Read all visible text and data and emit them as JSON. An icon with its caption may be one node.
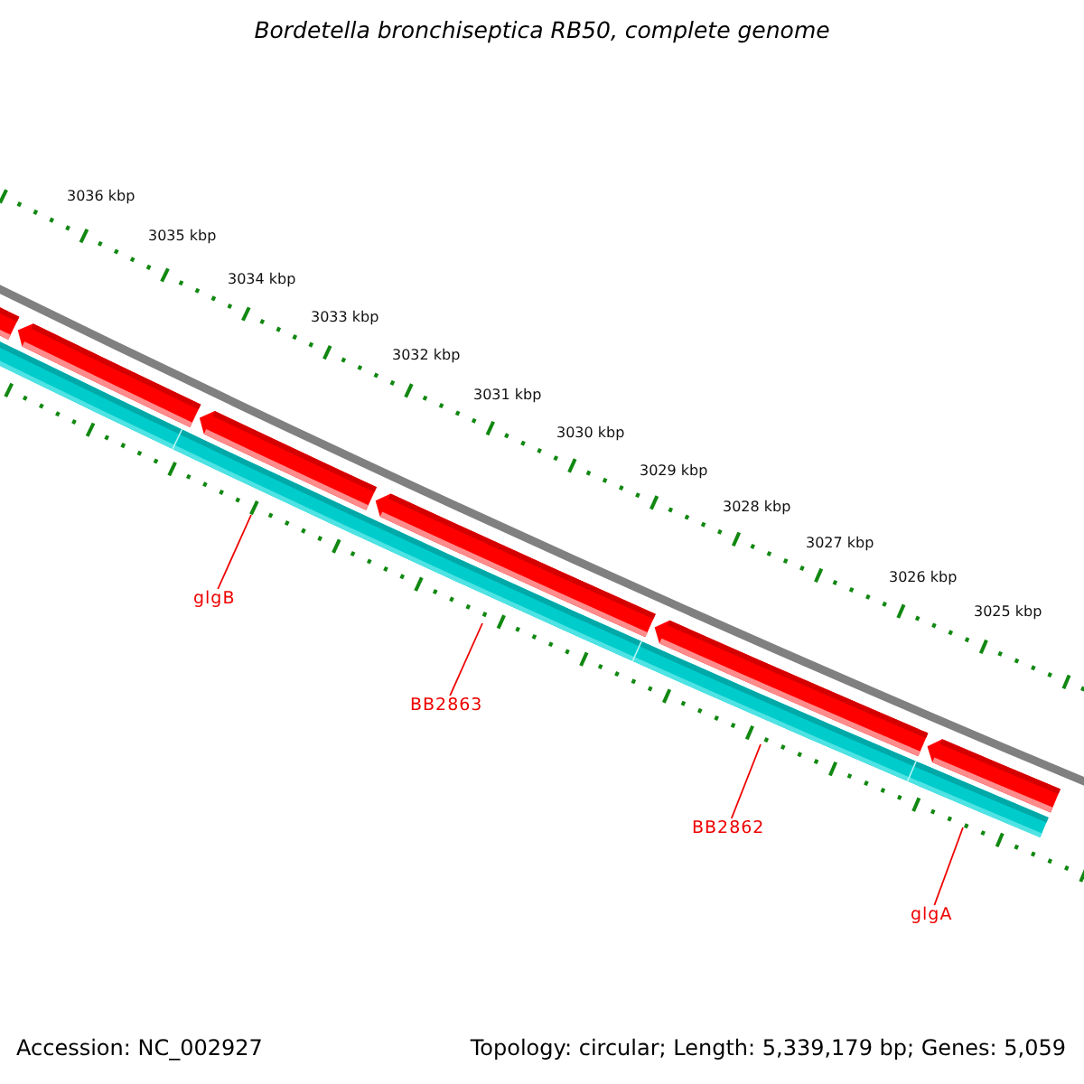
{
  "diagram": {
    "title": "Bordetella bronchiseptica RB50, complete genome",
    "nodes": [
      {
        "text": [
          "glgB"
        ]
      },
      {
        "text": [
          "BB2863"
        ]
      },
      {
        "text": [
          "BB2862"
        ]
      },
      {
        "text": [
          "glgA"
        ]
      }
    ],
    "edges": [
      {
        "from": 0,
        "to": null,
        "arrow": "none"
      },
      {
        "from": 1,
        "to": null,
        "arrow": "none"
      },
      {
        "from": 2,
        "to": null,
        "arrow": "none"
      },
      {
        "from": 3,
        "to": null,
        "arrow": "none"
      }
    ],
    "labels": [
      "3036 kbp",
      "3035 kbp",
      "3034 kbp",
      "3033 kbp",
      "3032 kbp",
      "3031 kbp",
      "3030 kbp",
      "3029 kbp",
      "3028 kbp",
      "3027 kbp",
      "3026 kbp",
      "3025 kbp",
      "Accession: NC_002927",
      "Topology: circular; Length: 5,339,179 bp; Genes: 5,059"
    ]
  }
}
